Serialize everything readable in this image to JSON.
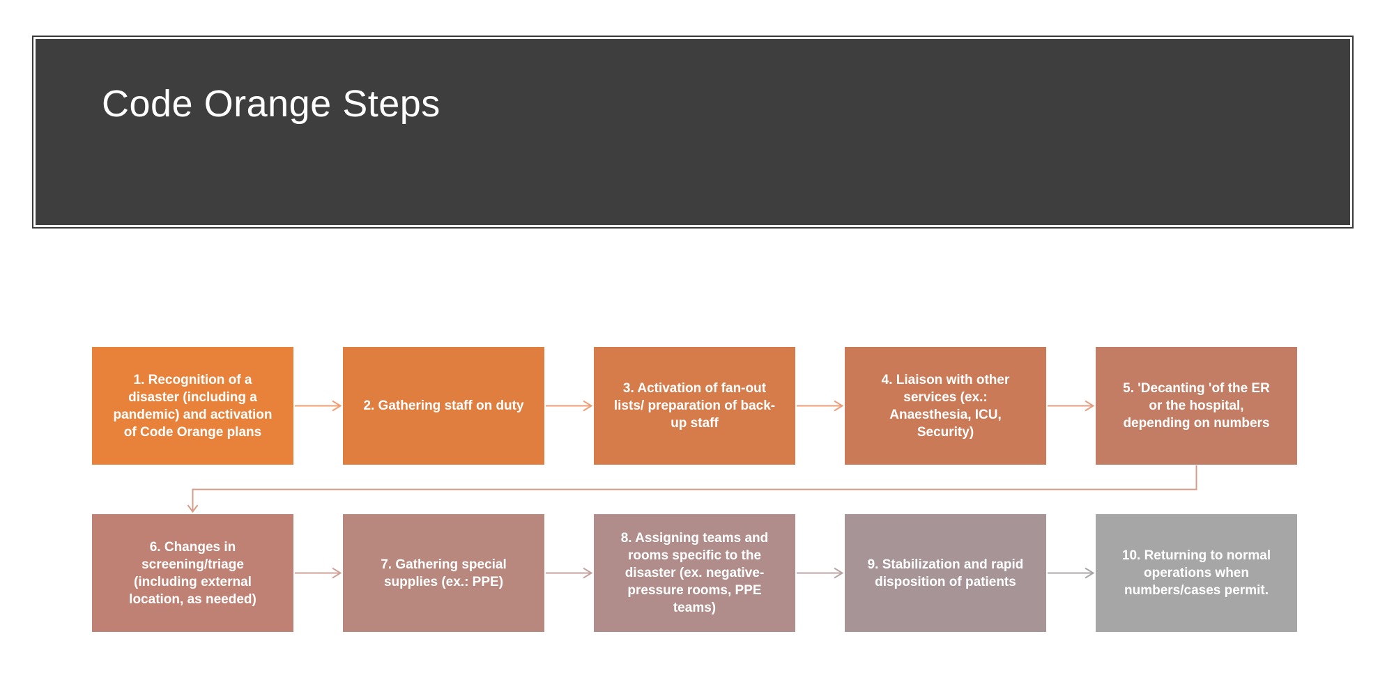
{
  "slide": {
    "title": "Code Orange Steps",
    "background": "#FFFFFF",
    "title_bar": {
      "fill": "#3E3E3E",
      "border_color": "#3A3A3A",
      "text_color": "#FFFFFF"
    }
  },
  "diagram": {
    "type": "process-flow",
    "rows": 2,
    "steps": [
      {
        "label": "1. Recognition of a\ndisaster (including a\npandemic) and activation\nof Code Orange plans",
        "fill": "#E8823B"
      },
      {
        "label": "2. Gathering staff on duty",
        "fill": "#E07E40"
      },
      {
        "label": "3. Activation of fan-out\nlists/ preparation of back-\nup staff",
        "fill": "#D67C4B"
      },
      {
        "label": "4. Liaison with other\nservices (ex.:\nAnaesthesia, ICU,\nSecurity)",
        "fill": "#CB7A58"
      },
      {
        "label": "5. 'Decanting 'of the ER\nor the hospital,\ndepending on numbers",
        "fill": "#C37D64"
      },
      {
        "label": "6. Changes in\nscreening/triage\n(including external\nlocation, as needed)",
        "fill": "#BF8173"
      },
      {
        "label": "7. Gathering special\nsupplies (ex.: PPE)",
        "fill": "#B8887F"
      },
      {
        "label": "8. Assigning teams and\nrooms specific to the\ndisaster (ex. negative-\npressure rooms, PPE\nteams)",
        "fill": "#B08D8A"
      },
      {
        "label": "9. Stabilization and rapid\ndisposition of patients",
        "fill": "#A79497"
      },
      {
        "label": "10. Returning to normal\noperations when\nnumbers/cases permit.",
        "fill": "#A7A6A6"
      }
    ],
    "connectors": [
      {
        "from": 1,
        "to": 2,
        "type": "straight",
        "color": "#F09D72"
      },
      {
        "from": 2,
        "to": 3,
        "type": "straight",
        "color": "#EE9E76"
      },
      {
        "from": 3,
        "to": 4,
        "type": "straight",
        "color": "#EC9E79"
      },
      {
        "from": 4,
        "to": 5,
        "type": "straight",
        "color": "#E39E81"
      },
      {
        "from": 5,
        "to": 6,
        "type": "elbow",
        "color": "#D89C8B"
      },
      {
        "from": 6,
        "to": 7,
        "type": "straight",
        "color": "#CFA197"
      },
      {
        "from": 7,
        "to": 8,
        "type": "straight",
        "color": "#C5A29F"
      },
      {
        "from": 8,
        "to": 9,
        "type": "straight",
        "color": "#B9A4A5"
      },
      {
        "from": 9,
        "to": 10,
        "type": "straight",
        "color": "#A8A5A5"
      }
    ]
  }
}
